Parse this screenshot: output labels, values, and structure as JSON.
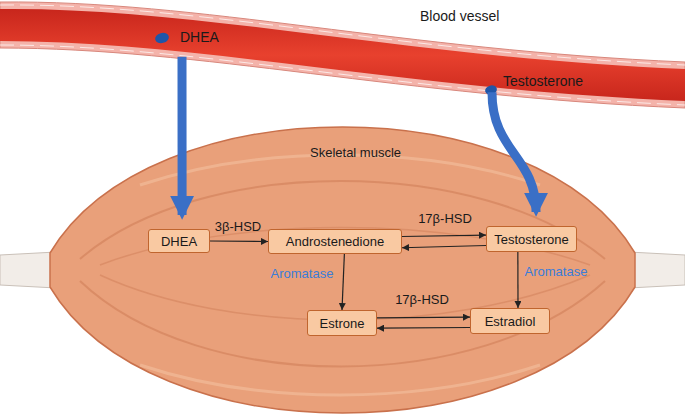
{
  "diagram": {
    "nodes": [
      {
        "text": [
          "Blood vessel",
          "DHEA",
          "Testosterone"
        ]
      },
      {
        "text": [
          "Skeletal muscle"
        ]
      },
      {
        "text": [
          "DHEA"
        ],
        "in": 1
      },
      {
        "text": [
          "Androstenedione"
        ],
        "in": 1
      },
      {
        "text": [
          "Testosterone"
        ],
        "in": 1
      },
      {
        "text": [
          "Estrone"
        ],
        "in": 1
      },
      {
        "text": [
          "Estradiol"
        ],
        "in": 1
      }
    ],
    "edges": [
      {
        "from": 0,
        "to": 2,
        "arrow": "to"
      },
      {
        "from": 0,
        "to": 4,
        "arrow": "to"
      },
      {
        "from": 2,
        "to": 3,
        "label": "3β-HSD",
        "arrow": "to"
      },
      {
        "from": 3,
        "to": 4,
        "label": "17β-HSD",
        "arrow": "to"
      },
      {
        "from": 4,
        "to": 3,
        "arrow": "to"
      },
      {
        "from": 3,
        "to": 5,
        "label": "Aromatase",
        "arrow": "to"
      },
      {
        "from": 4,
        "to": 6,
        "label": "Aromatase",
        "arrow": "to"
      },
      {
        "from": 5,
        "to": 6,
        "label": "17β-HSD",
        "arrow": "to"
      },
      {
        "from": 6,
        "to": 5,
        "arrow": "to"
      }
    ]
  }
}
